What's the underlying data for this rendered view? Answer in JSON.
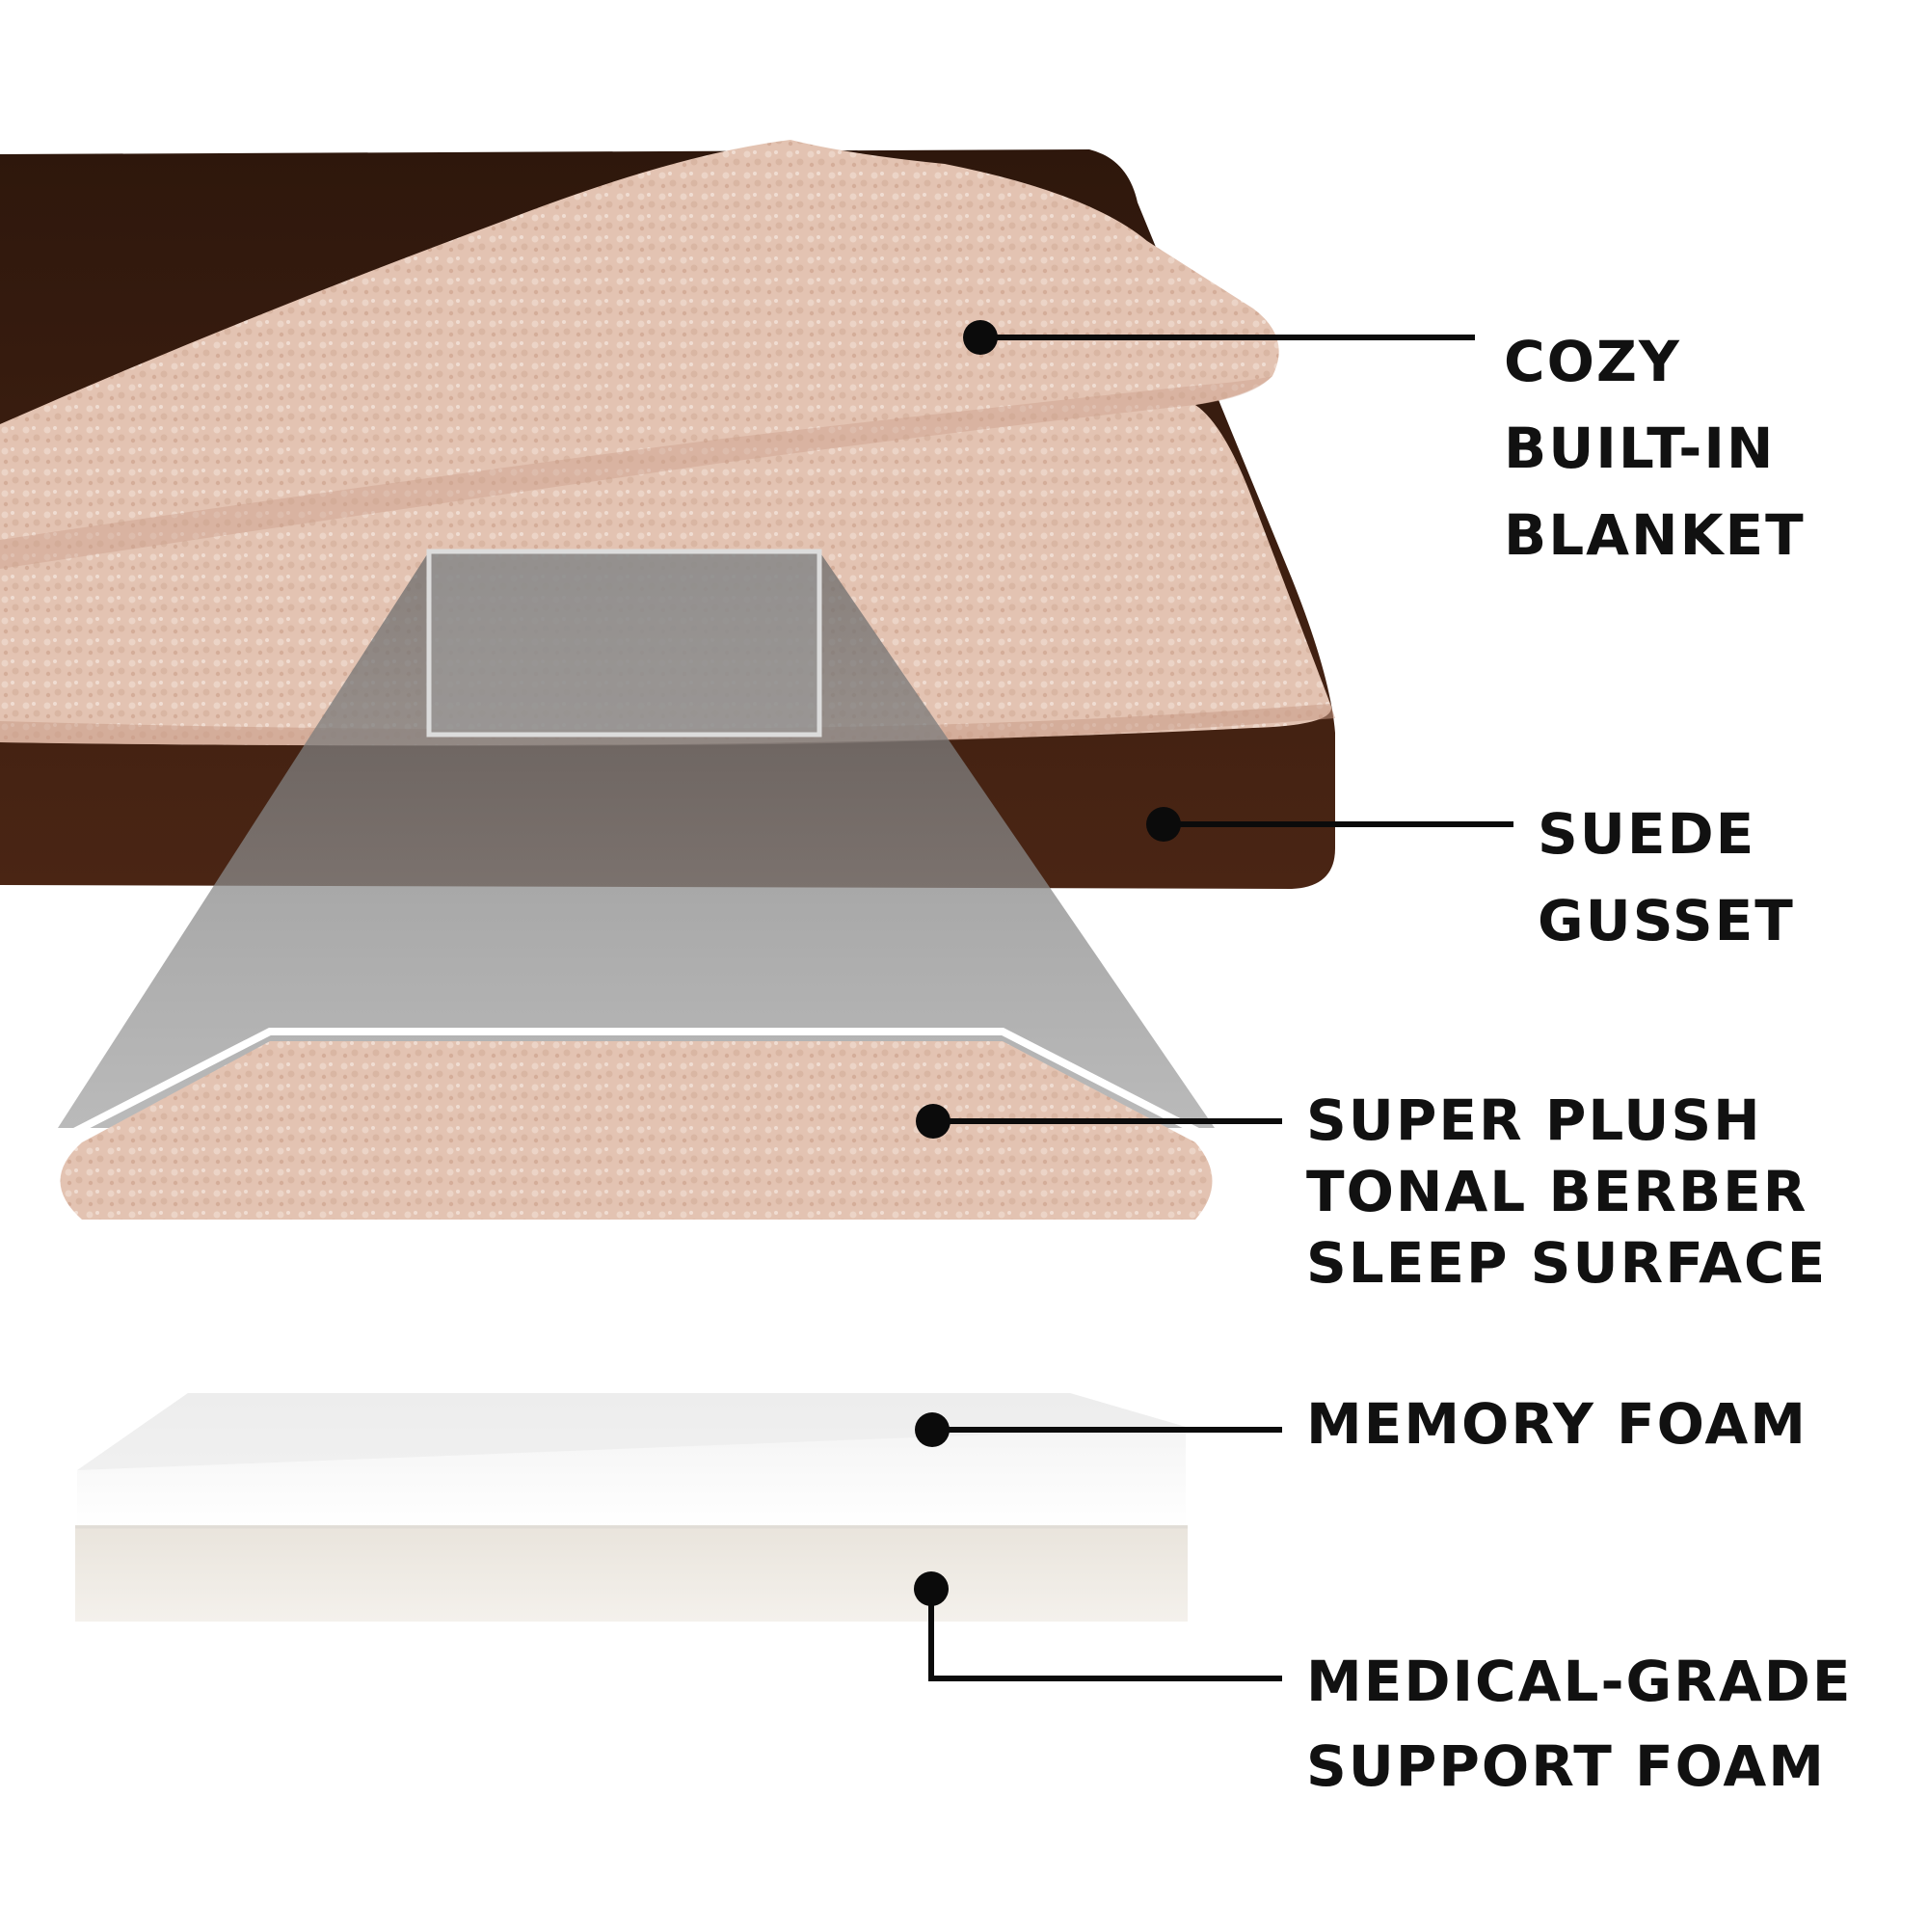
{
  "colors": {
    "suede_brown": "#3a1e10",
    "berber_pink": "#e4c5b5",
    "memory_foam": "#fbfbfb",
    "support_foam": "#efebe4",
    "callout_line": "#0b0b0b",
    "magnifier_gray": "#7a7a7a"
  },
  "callouts": [
    {
      "id": "blanket",
      "name": "cozy-built-in-blanket",
      "text": "COZY\nBUILT-IN\nBLANKET"
    },
    {
      "id": "gusset",
      "name": "suede-gusset",
      "text": "SUEDE\nGUSSET"
    },
    {
      "id": "berber",
      "name": "super-plush-tonal-berber-sleep-surface",
      "text": "SUPER PLUSH\nTONAL BERBER\nSLEEP SURFACE"
    },
    {
      "id": "memory",
      "name": "memory-foam",
      "text": "MEMORY FOAM"
    },
    {
      "id": "support",
      "name": "medical-grade-support-foam",
      "text": "MEDICAL-GRADE\nSUPPORT FOAM"
    }
  ]
}
